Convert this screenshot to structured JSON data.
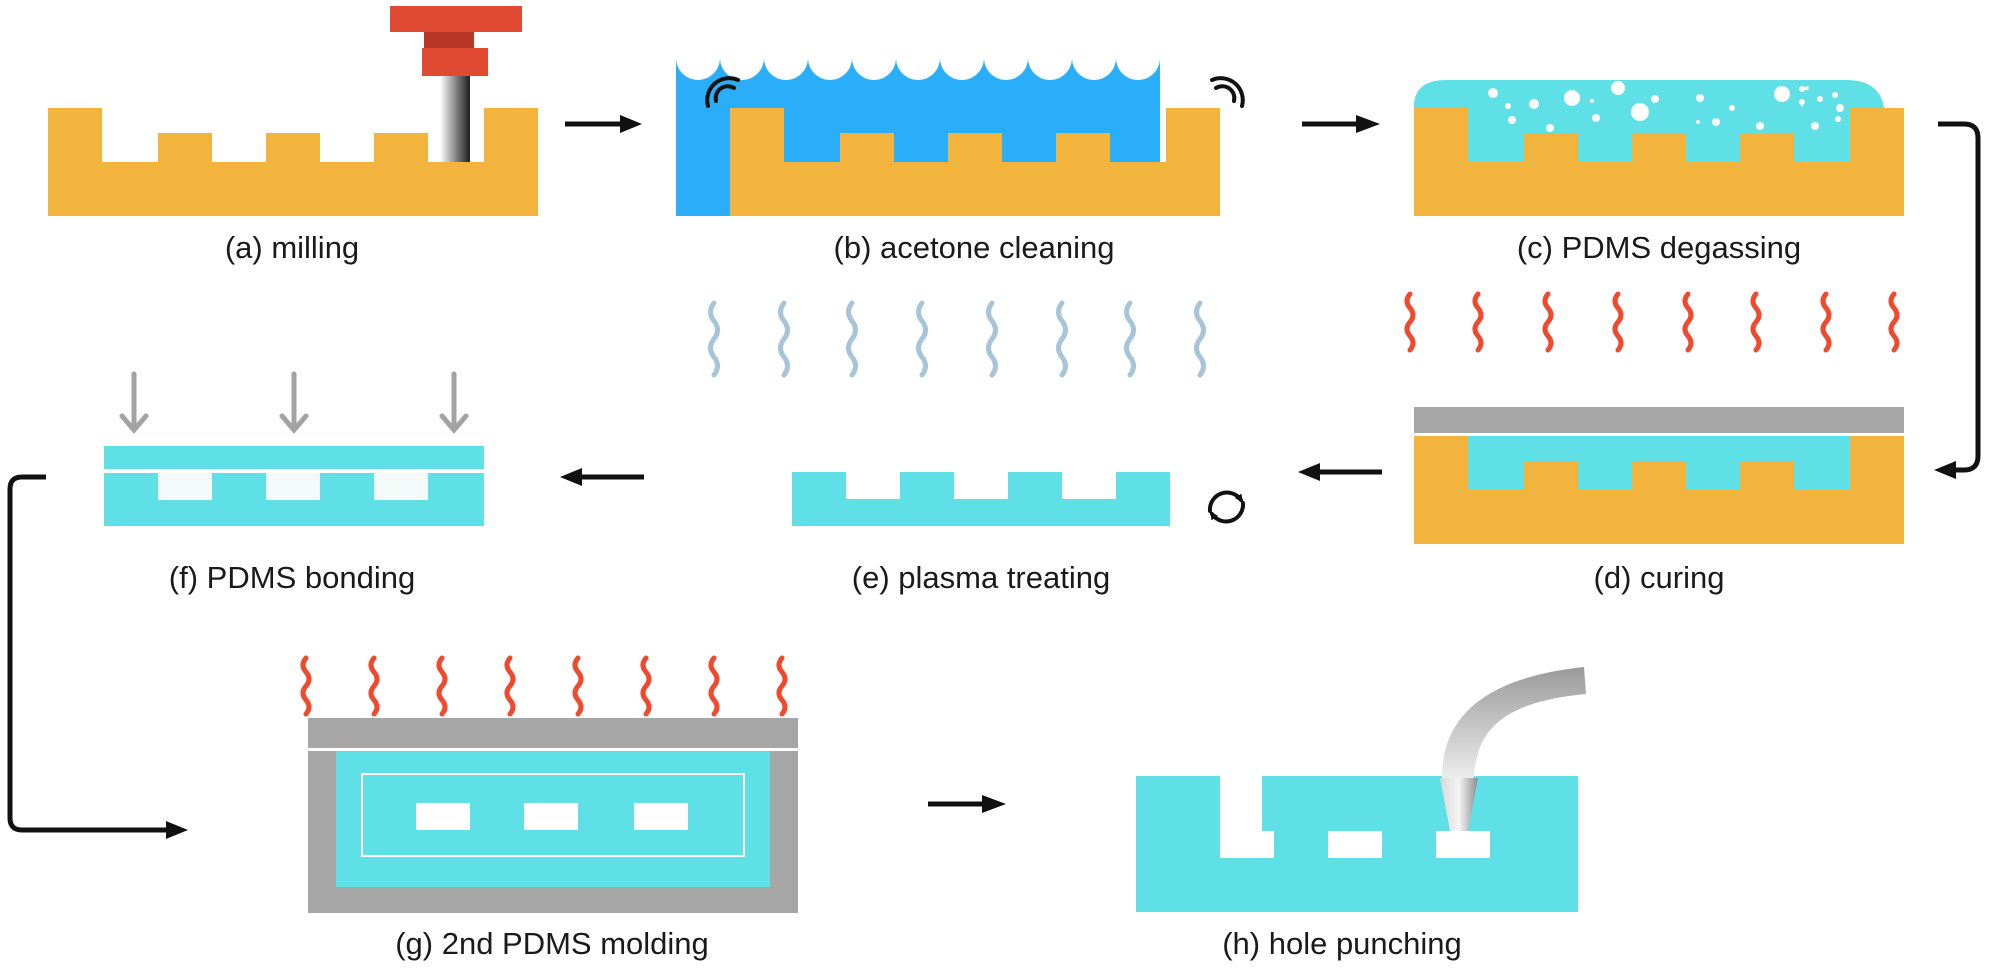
{
  "steps": [
    {
      "id": "a",
      "label": "(a) milling"
    },
    {
      "id": "b",
      "label": "(b) acetone cleaning"
    },
    {
      "id": "c",
      "label": "(c) PDMS degassing"
    },
    {
      "id": "d",
      "label": "(d) curing"
    },
    {
      "id": "e",
      "label": "(e) plasma treating"
    },
    {
      "id": "f",
      "label": "(f) PDMS bonding"
    },
    {
      "id": "g",
      "label": "(g) 2nd PDMS molding"
    },
    {
      "id": "h",
      "label": "(h) hole punching"
    }
  ],
  "colors": {
    "mold": "#f2b43d",
    "pdms": "#5ee0e6",
    "acetone": "#2aaef9",
    "heat": "#f0492e",
    "plasma": "#a8c4d8",
    "press": "#a3a3a3",
    "cover": "#a6a6a6",
    "mill_head": "#e04a33",
    "arrow": "#111111"
  }
}
